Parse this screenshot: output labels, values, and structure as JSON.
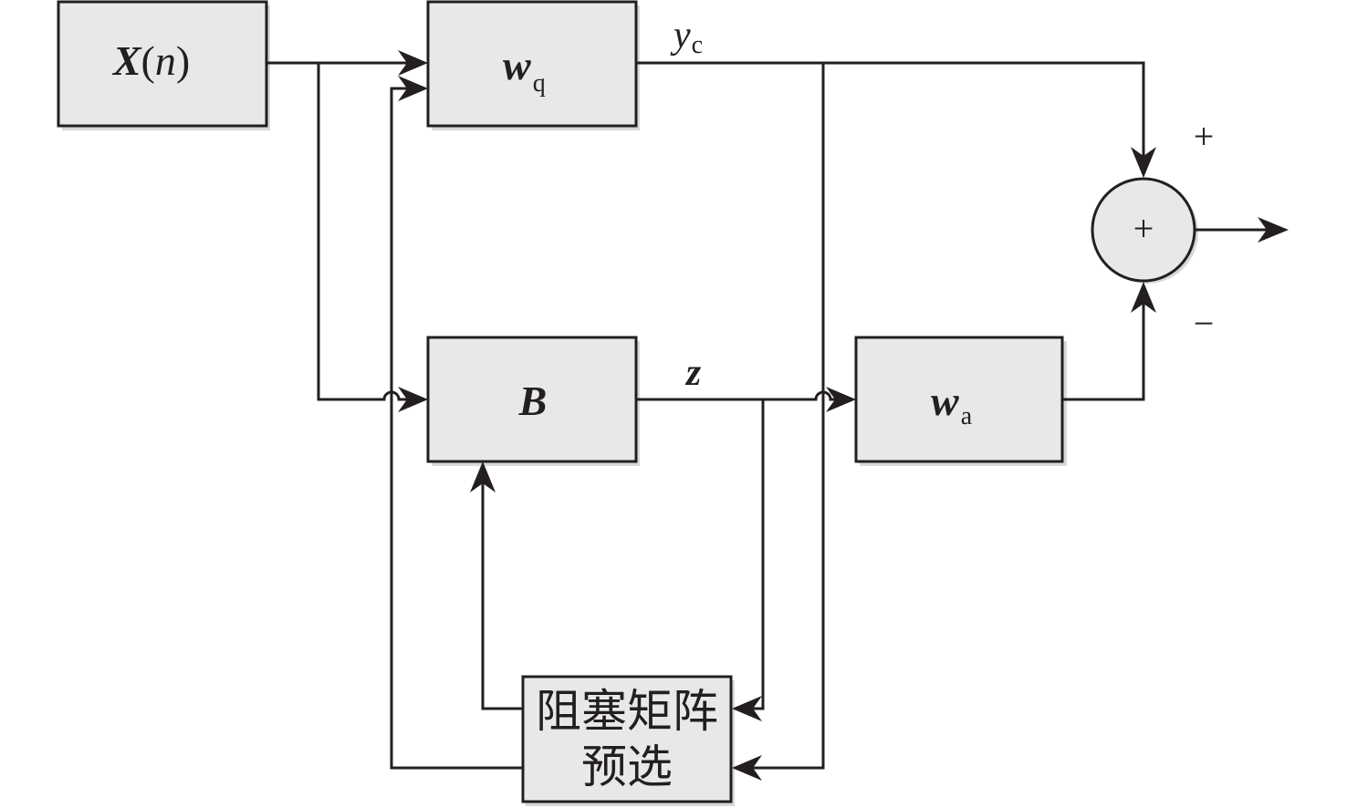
{
  "diagram": {
    "type": "block-diagram",
    "blocks": {
      "input": {
        "main": "X",
        "paren_open": "(",
        "arg": "n",
        "paren_close": ")"
      },
      "wq": {
        "main": "w",
        "sub": "q"
      },
      "B": {
        "main": "B"
      },
      "wa": {
        "main": "w",
        "sub": "a"
      },
      "preselect": {
        "line1": "阻塞矩阵",
        "line2": "预选"
      }
    },
    "signals": {
      "yc": {
        "main": "y",
        "sub": "c"
      },
      "z": {
        "main": "z"
      }
    },
    "summer": {
      "symbol": "+",
      "plus_sign": "+",
      "minus_sign": "−"
    },
    "connections": [
      {
        "from": "X(n)",
        "to": "w_q"
      },
      {
        "from": "X(n)",
        "to": "B"
      },
      {
        "from": "w_q",
        "to": "summer",
        "label": "y_c",
        "sign": "+"
      },
      {
        "from": "w_q",
        "to": "阻塞矩阵预选"
      },
      {
        "from": "B",
        "to": "w_a",
        "label": "z"
      },
      {
        "from": "B",
        "to": "阻塞矩阵预选",
        "label": "z"
      },
      {
        "from": "w_a",
        "to": "summer",
        "sign": "−"
      },
      {
        "from": "阻塞矩阵预选",
        "to": "B"
      },
      {
        "from": "阻塞矩阵预选",
        "to": "w_q"
      },
      {
        "from": "summer",
        "to": "output"
      }
    ]
  }
}
